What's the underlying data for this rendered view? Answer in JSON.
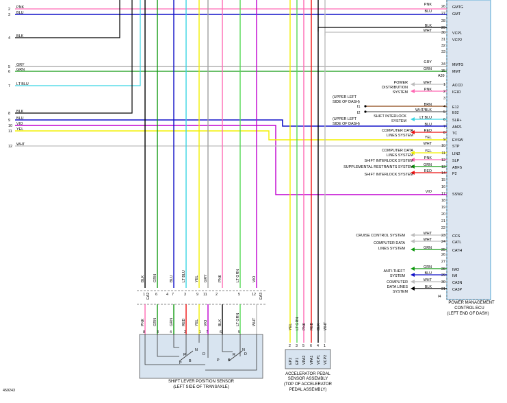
{
  "figure_id": "459243",
  "left_pins": [
    {
      "pin": "2",
      "wire": "PNK"
    },
    {
      "pin": "3",
      "wire": "BLU"
    },
    {
      "pin": "4",
      "wire": "BLK"
    },
    {
      "pin": "5",
      "wire": "GRY"
    },
    {
      "pin": "6",
      "wire": "GRN"
    },
    {
      "pin": "7",
      "wire": "LT BLU"
    },
    {
      "pin": "8",
      "wire": "BLK"
    },
    {
      "pin": "9",
      "wire": "BLU"
    },
    {
      "pin": "10",
      "wire": "VIO"
    },
    {
      "pin": "11",
      "wire": "YEL"
    },
    {
      "pin": "12",
      "wire": "WHT"
    }
  ],
  "ecu": {
    "label_line1": "POWER MANAGEMENT",
    "label_line2": "CONTROL ECU",
    "label_line3": "(LEFT END OF DASH)",
    "connectors": [
      "A39",
      "I4"
    ],
    "pins": [
      {
        "num": "26",
        "wire": "PNK",
        "name": "GMTG"
      },
      {
        "num": "27",
        "wire": "BLU",
        "name": "GMT"
      },
      {
        "num": "28",
        "wire": "",
        "name": ""
      },
      {
        "num": "29",
        "wire": "BLK",
        "name": ""
      },
      {
        "num": "30",
        "wire": "WHT",
        "name": "VCP1"
      },
      {
        "num": "31",
        "wire": "",
        "name": "VCP2"
      },
      {
        "num": "32",
        "wire": "",
        "name": ""
      },
      {
        "num": "33",
        "wire": "",
        "name": ""
      },
      {
        "num": "34",
        "wire": "GRY",
        "name": "MMTG"
      },
      {
        "num": "35",
        "wire": "GRN",
        "name": "MMT"
      },
      {
        "num": "1",
        "wire": "WHT",
        "name": "ACCD"
      },
      {
        "num": "2",
        "wire": "PNK",
        "name": "IG1D"
      },
      {
        "num": "3",
        "wire": "",
        "name": ""
      },
      {
        "num": "4",
        "wire": "BRN",
        "name": "E12"
      },
      {
        "num": "5",
        "wire": "WHT/BLK",
        "name": "E02"
      },
      {
        "num": "6",
        "wire": "LT BLU",
        "name": "SLR+"
      },
      {
        "num": "7",
        "wire": "BLU",
        "name": "AM21"
      },
      {
        "num": "8",
        "wire": "RED",
        "name": "TC"
      },
      {
        "num": "9",
        "wire": "YEL",
        "name": "EVSW"
      },
      {
        "num": "10",
        "wire": "WHT",
        "name": "STP"
      },
      {
        "num": "11",
        "wire": "YEL",
        "name": "LIN2"
      },
      {
        "num": "12",
        "wire": "PNK",
        "name": "SLP"
      },
      {
        "num": "13",
        "wire": "GRN",
        "name": "ABFS"
      },
      {
        "num": "14",
        "wire": "RED",
        "name": "P2"
      },
      {
        "num": "15",
        "wire": "",
        "name": ""
      },
      {
        "num": "16",
        "wire": "",
        "name": ""
      },
      {
        "num": "17",
        "wire": "VIO",
        "name": "SSW2"
      },
      {
        "num": "18",
        "wire": "",
        "name": ""
      },
      {
        "num": "19",
        "wire": "",
        "name": ""
      },
      {
        "num": "20",
        "wire": "",
        "name": ""
      },
      {
        "num": "21",
        "wire": "",
        "name": ""
      },
      {
        "num": "22",
        "wire": "",
        "name": ""
      },
      {
        "num": "23",
        "wire": "WHT",
        "name": "CCS"
      },
      {
        "num": "24",
        "wire": "WHT",
        "name": "CATL"
      },
      {
        "num": "25",
        "wire": "GRN",
        "name": "CATH"
      },
      {
        "num": "26",
        "wire": "",
        "name": ""
      },
      {
        "num": "27",
        "wire": "",
        "name": ""
      },
      {
        "num": "28",
        "wire": "GRN",
        "name": "IMO"
      },
      {
        "num": "29",
        "wire": "BLU",
        "name": "IMI"
      },
      {
        "num": "30",
        "wire": "WHT",
        "name": "CA3N"
      },
      {
        "num": "31",
        "wire": "BLK",
        "name": "CA3P"
      }
    ]
  },
  "dest_labels": {
    "power_dist": [
      "POWER",
      "DISTRIBUTION",
      "SYSTEM"
    ],
    "upper_left_1": [
      "(UPPER LEFT",
      "SIDE OF DASH)"
    ],
    "i1": "I1",
    "i2": "I2",
    "upper_left_2": [
      "(UPPER LEFT",
      "SIDE OF DASH)"
    ],
    "shift_interlock_a": [
      "SHIFT INTERLOCK",
      "SYSTEM"
    ],
    "comp_data_a": [
      "COMPUTER DATA",
      "LINES SYSTEM"
    ],
    "comp_data_b": [
      "COMPUTER DATA",
      "LINES SYSTEM"
    ],
    "shift_interlock_b": "SHIFT INTERLOCK SYSTEM",
    "srs": "SUPPLEMENTAL RESTRAINTS SYSTEM",
    "shift_interlock_c": "SHIFT INTERLOCK SYSTEM",
    "cruise": "CRUISE CONTROL SYSTEM",
    "comp_data_c": [
      "COMPUTER DATA",
      "LINES SYSTEM"
    ],
    "anti_theft": [
      "ANTI-THEFT",
      "SYSTEM"
    ],
    "comp_data_d": [
      "COMPUTER",
      "DATA LINES",
      "SYSTEM"
    ]
  },
  "shift_sensor": {
    "top_wires": [
      "BLK",
      "GRN",
      "BLU",
      "LT BLU",
      "YEL",
      "GRY",
      "PNK",
      "LT GRN",
      "VIO"
    ],
    "pins_top": [
      "1",
      "6",
      "4",
      "7",
      "3",
      "9",
      "11",
      "2",
      "5",
      "12"
    ],
    "connectors": [
      "EA2",
      "EA3"
    ],
    "bottom_wires": [
      "PNK",
      "GRN",
      "GRN",
      "RED",
      "YEL",
      "VIO",
      "BLK",
      "LT GRN",
      "WHT"
    ],
    "bottom_pins": [
      "8",
      "3",
      "4",
      "2",
      "1",
      "7",
      "6",
      "5"
    ],
    "positions": [
      "R",
      "N",
      "D",
      "P",
      "B",
      "P",
      "B",
      "R",
      "D",
      "N"
    ],
    "label_line1": "SHIFT LEVER POSITION SENSOR",
    "label_line2": "(LEFT SIDE OF TRANSAXLE)"
  },
  "accel_sensor": {
    "wires": [
      "YEL",
      "LT GRN",
      "PNK",
      "RED",
      "BLK",
      "WHT"
    ],
    "pins": [
      "2",
      "3",
      "5",
      "6",
      "4",
      "1"
    ],
    "terms": [
      "EP2",
      "EP1",
      "VPA2",
      "VPA1",
      "VCP1",
      "VCP2"
    ],
    "label_line1": "ACCELERATOR PEDAL",
    "label_line2": "SENSOR ASSEMBLY",
    "label_line3": "(TOP OF ACCELERATOR",
    "label_line4": "PEDAL ASSEMBLY)"
  },
  "colors": {
    "PNK": "#ff69b4",
    "BLU": "#1010c8",
    "BLK": "#000000",
    "GRY": "#a0a0a0",
    "GRN": "#119911",
    "LT BLU": "#39d5e3",
    "VIO": "#c000d0",
    "YEL": "#f2f000",
    "WHT": "#bcbcbc",
    "RED": "#ee1111",
    "BRN": "#8b4513",
    "LT GRN": "#55d855",
    "WHT/BLK": "#666666",
    "ecu_fill": "#dde6f1",
    "ecu_border": "#86bfe0",
    "module_fill": "#d8e4f0"
  }
}
